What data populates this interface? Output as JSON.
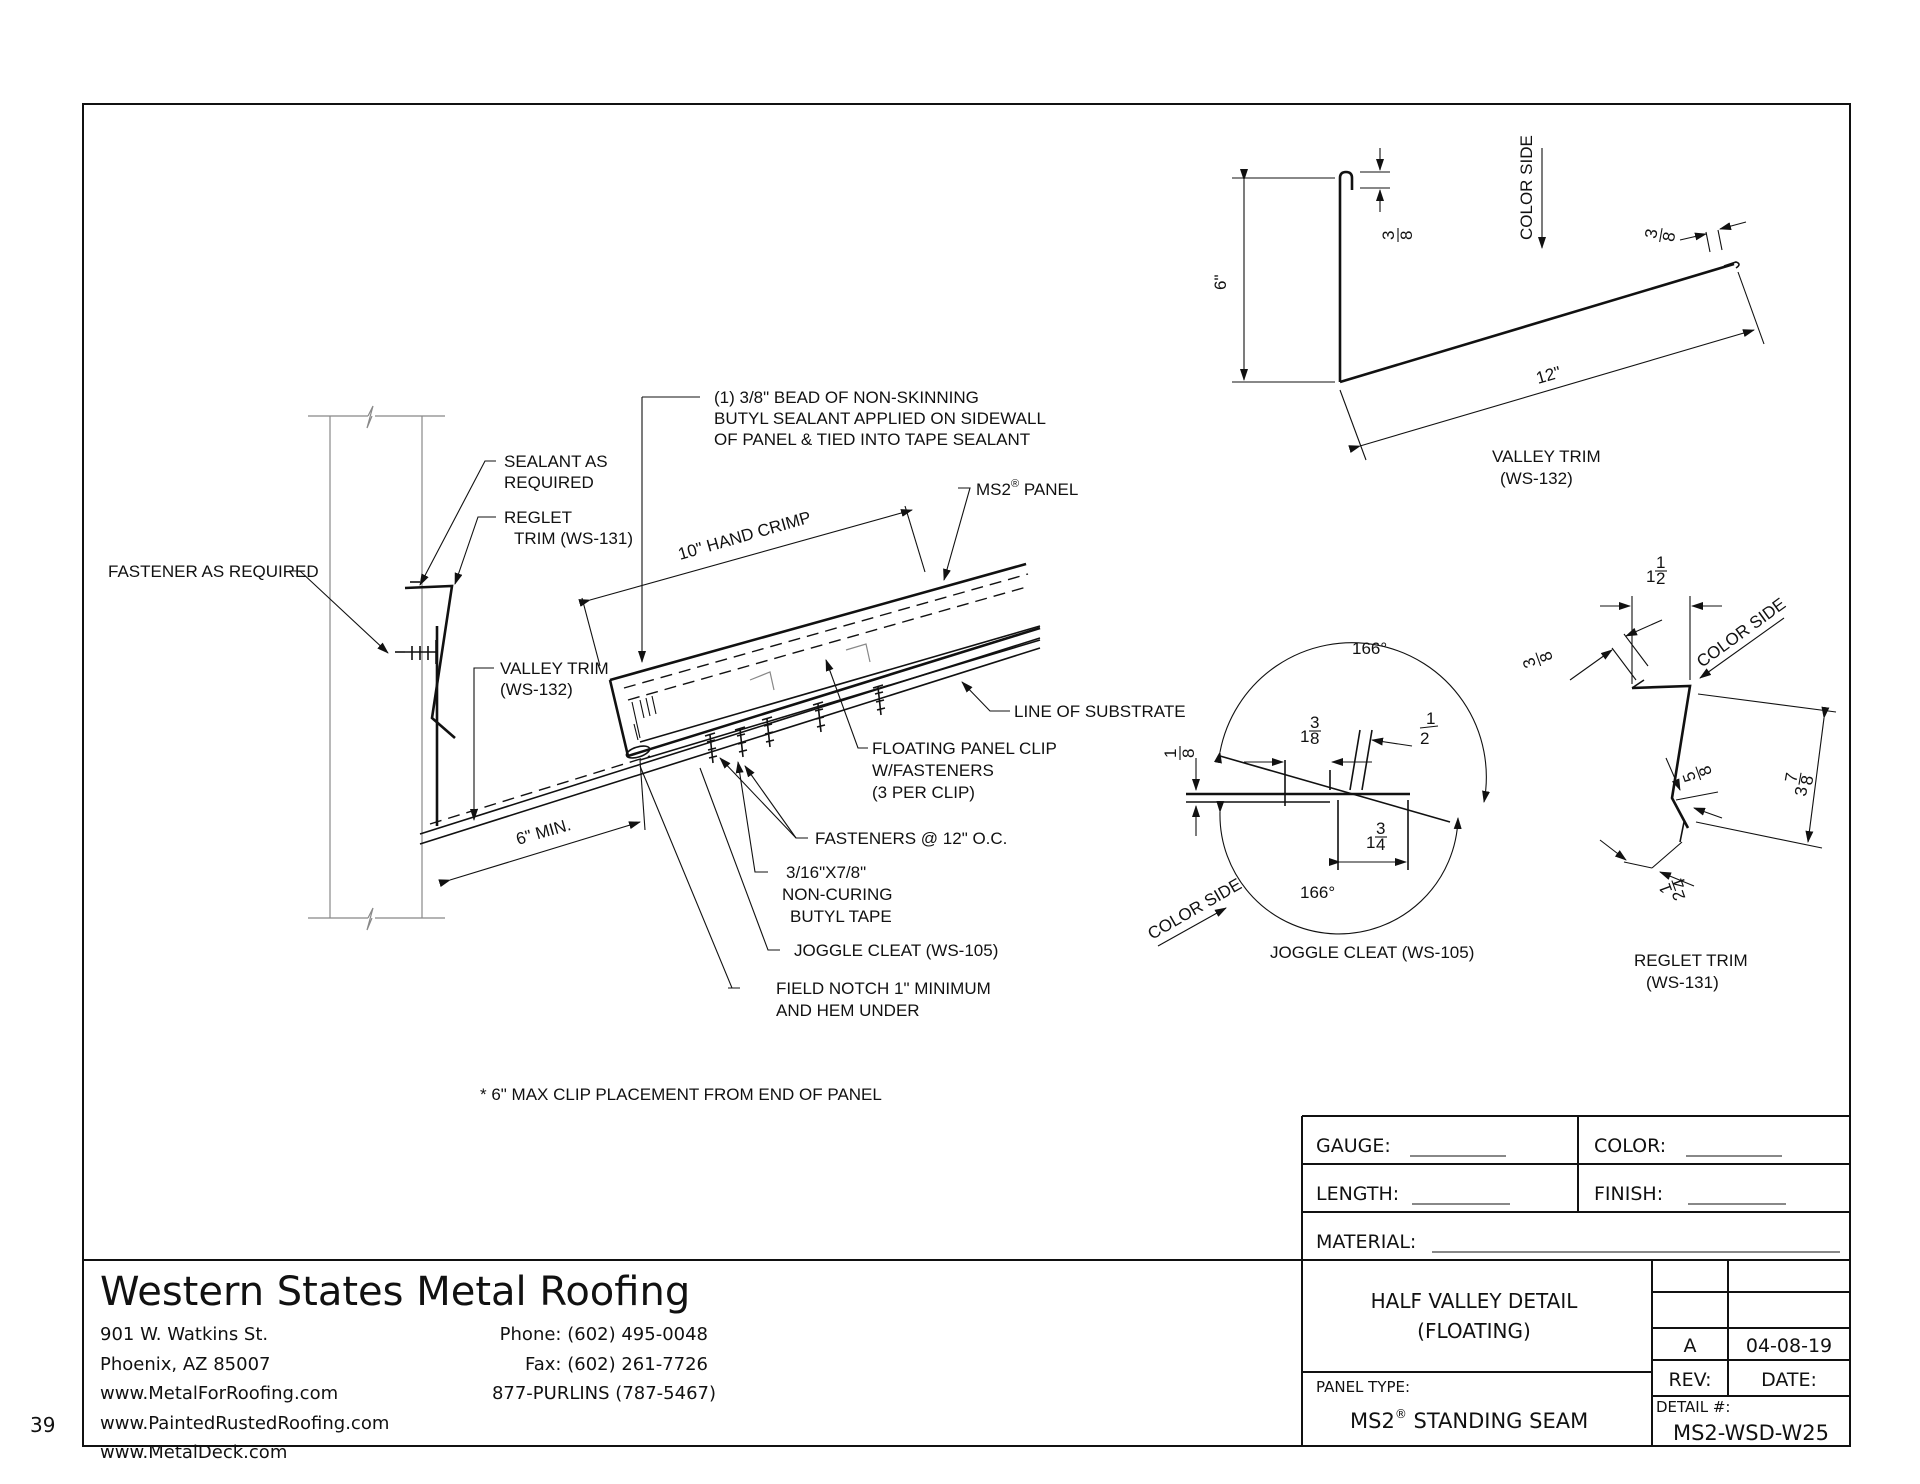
{
  "page_number": "39",
  "company": {
    "name": "Western States Metal Roofing",
    "address_line1": "901 W. Watkins St.",
    "address_line2": "Phoenix, AZ 85007",
    "web1": "www.MetalForRoofing.com",
    "web2": "www.PaintedRustedRoofing.com",
    "web3": "www.MetalDeck.com",
    "phone": "Phone: (602) 495-0048",
    "fax": "Fax: (602) 261-7726",
    "tollfree": "877-PURLINS (787-5467)"
  },
  "title_block": {
    "gauge_label": "GAUGE:",
    "color_label": "COLOR:",
    "length_label": "LENGTH:",
    "finish_label": "FINISH:",
    "material_label": "MATERIAL:",
    "title_line1": "HALF VALLEY DETAIL",
    "title_line2": "(FLOATING)",
    "panel_type_label": "PANEL TYPE:",
    "panel_type": "MS2",
    "panel_type_reg": "®",
    "panel_type_suffix": "STANDING SEAM",
    "rev_value": "A",
    "date_value": "04-08-19",
    "rev_label": "REV:",
    "date_label": "DATE:",
    "detail_label": "DETAIL #:",
    "detail_value": "MS2-WSD-W25"
  },
  "main_detail": {
    "bead_line1": "(1) 3/8\" BEAD OF NON-SKINNING",
    "bead_line2": "BUTYL SEALANT APPLIED ON SIDEWALL",
    "bead_line3": "OF PANEL & TIED INTO TAPE SEALANT",
    "sealant_line1": "SEALANT AS",
    "sealant_line2": "REQUIRED",
    "reglet_line1": "REGLET",
    "reglet_line2": "TRIM (WS-131)",
    "ms2_panel": "MS2",
    "ms2_reg": "®",
    "ms2_panel_suffix": "PANEL",
    "hand_crimp": "10\" HAND CRIMP",
    "fastener_req": "FASTENER AS REQUIRED",
    "valley_trim_line1": "VALLEY TRIM",
    "valley_trim_line2": "(WS-132)",
    "line_of_substrate": "LINE OF SUBSTRATE",
    "floating_line1": "FLOATING PANEL CLIP",
    "floating_line2": "W/FASTENERS",
    "floating_line3": "(3 PER CLIP)",
    "six_min": "6\" MIN.",
    "fasteners_oc": "FASTENERS @ 12\" O.C.",
    "tape_line1": "3/16\"X7/8\"",
    "tape_line2": "NON-CURING",
    "tape_line3": "BUTYL TAPE",
    "joggle_cleat": "JOGGLE CLEAT (WS-105)",
    "notch_line1": "FIELD NOTCH 1\" MINIMUM",
    "notch_line2": "AND HEM UNDER",
    "footnote": "* 6\" MAX CLIP PLACEMENT FROM END OF PANEL"
  },
  "valley_trim_detail": {
    "dim_height": "6\"",
    "dim_hem_num": "3",
    "dim_hem_den": "8",
    "color_side": "COLOR SIDE",
    "dim_end_num": "3",
    "dim_end_den": "8",
    "dim_length": "12\"",
    "title_line1": "VALLEY TRIM",
    "title_line2": "(WS-132)"
  },
  "joggle_detail": {
    "angle_top": "166°",
    "angle_bottom": "166°",
    "dim_left_whole": "1",
    "dim_left_num": "3",
    "dim_left_den": "8",
    "dim_half_num": "1",
    "dim_half_den": "2",
    "dim_eighth_num": "1",
    "dim_eighth_den": "8",
    "dim_bottom_whole": "1",
    "dim_bottom_num": "3",
    "dim_bottom_den": "4",
    "color_side": "COLOR SIDE",
    "title": "JOGGLE CLEAT (WS-105)"
  },
  "reglet_detail": {
    "dim_top_whole": "1",
    "dim_top_num": "1",
    "dim_top_den": "2",
    "dim_hem_num": "3",
    "dim_hem_den": "8",
    "color_side": "COLOR SIDE",
    "dim_right_whole": "3",
    "dim_right_num": "7",
    "dim_right_den": "8",
    "dim_mid_num": "5",
    "dim_mid_den": "8",
    "dim_bottom_whole": "2",
    "dim_bottom_num": "1",
    "dim_bottom_den": "4",
    "title_line1": "REGLET TRIM",
    "title_line2": "(WS-131)"
  }
}
